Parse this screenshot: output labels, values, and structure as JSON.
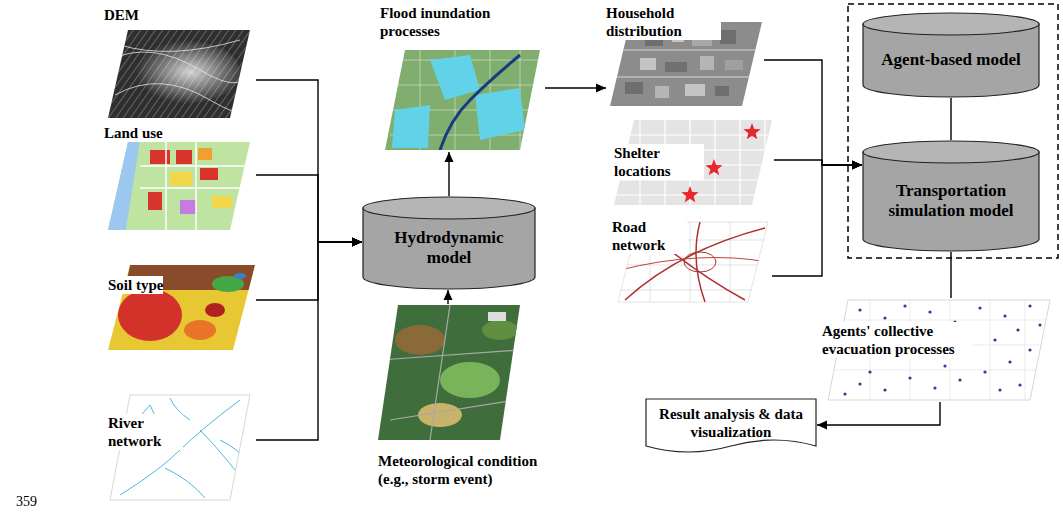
{
  "diagram": {
    "nodes": [
      {
        "text": [
          "DEM"
        ]
      },
      {
        "text": [
          "Land use"
        ]
      },
      {
        "text": [
          "Soil type"
        ]
      },
      {
        "text": [
          "River network"
        ]
      },
      {
        "text": [
          "Hydrodynamic model"
        ]
      },
      {
        "text": [
          "Meteorological condition (e.g., storm event)"
        ]
      },
      {
        "text": [
          "Flood inundation processes"
        ]
      },
      {
        "text": [
          "Household distribution"
        ]
      },
      {
        "text": [
          "Shelter locations"
        ]
      },
      {
        "text": [
          "Road network"
        ]
      },
      {
        "text": [
          "Agent-based model"
        ]
      },
      {
        "text": [
          "Transportation simulation model"
        ]
      },
      {
        "text": [
          "Agents' collective evacuation processes"
        ]
      },
      {
        "text": [
          "Result analysis & data visualization"
        ]
      }
    ],
    "edges": [
      {
        "from": 0,
        "to": 4,
        "arrow": "to"
      },
      {
        "from": 1,
        "to": 4,
        "arrow": "to"
      },
      {
        "from": 2,
        "to": 4,
        "arrow": "to"
      },
      {
        "from": 3,
        "to": 4,
        "arrow": "to"
      },
      {
        "from": 5,
        "to": 4,
        "arrow": "to"
      },
      {
        "from": 4,
        "to": 6,
        "arrow": "to"
      },
      {
        "from": 6,
        "to": 7,
        "arrow": "to"
      },
      {
        "from": 7,
        "to": 11,
        "arrow": "to"
      },
      {
        "from": 8,
        "to": 11,
        "arrow": "to"
      },
      {
        "from": 9,
        "to": 11,
        "arrow": "to"
      },
      {
        "from": 10,
        "to": 11,
        "arrow": "none"
      },
      {
        "from": 11,
        "to": 12,
        "arrow": "none"
      },
      {
        "from": 12,
        "to": 13,
        "arrow": "to"
      }
    ],
    "labels": [
      "359"
    ]
  }
}
